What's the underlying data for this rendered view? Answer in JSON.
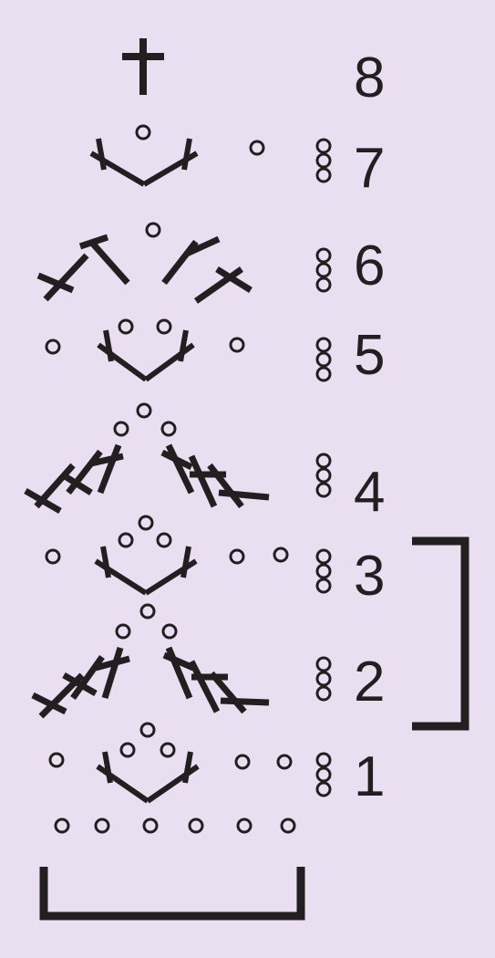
{
  "colors": {
    "background": "#eadff0",
    "ink": "#231f20"
  },
  "rows": [
    {
      "label": "1"
    },
    {
      "label": "2"
    },
    {
      "label": "3"
    },
    {
      "label": "4"
    },
    {
      "label": "5"
    },
    {
      "label": "6"
    },
    {
      "label": "7"
    },
    {
      "label": "8"
    }
  ],
  "symbols": {
    "chain": "chain-stitch",
    "single": "single-crochet",
    "double": "double-crochet",
    "cluster": "cluster-v",
    "slip": "slip-stitch"
  },
  "brackets": {
    "repeat_rows": [
      "2",
      "3"
    ],
    "base_repeat": "pattern-repeat"
  }
}
